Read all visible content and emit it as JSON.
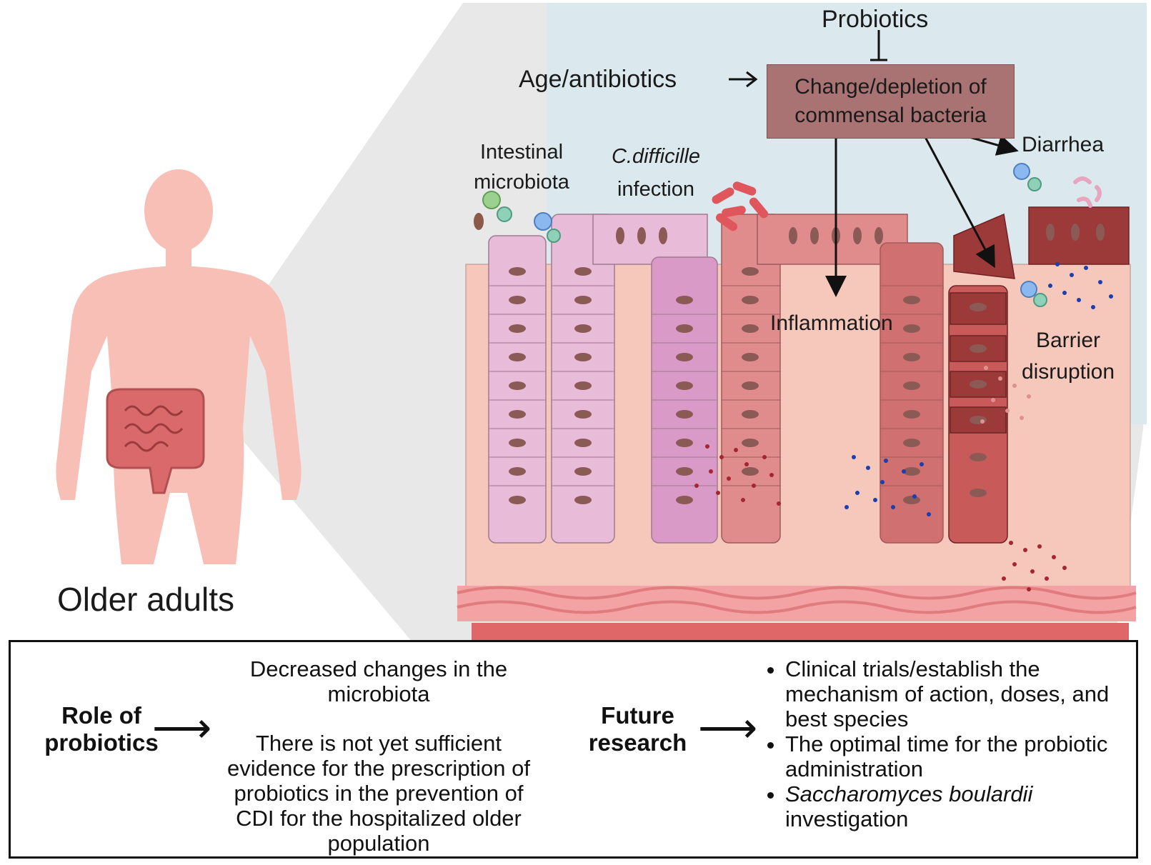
{
  "figure": {
    "older_adults_label": "Older adults",
    "probiotics_label": "Probiotics",
    "age_antibiotics_label": "Age/antibiotics",
    "change_box": {
      "line1": "Change/depletion  of",
      "line2": "commensal bacteria"
    },
    "intestinal_microbiota": {
      "line1": "Intestinal",
      "line2": "microbiota"
    },
    "cdifficile": {
      "line1": "C.difficille",
      "line2": "infection"
    },
    "diarrhea_label": "Diarrhea",
    "inflammation_label": "Inflammation",
    "barrier_disruption": {
      "line1": "Barrier",
      "line2": "disruption"
    }
  },
  "summary_panel": {
    "role_title": {
      "line1": "Role of",
      "line2": "probiotics"
    },
    "role_points": {
      "paragraph1": "Decreased changes in the microbiota",
      "paragraph2": "There is not yet sufficient evidence for the prescription of probiotics in the prevention of CDI for the hospitalized older population"
    },
    "future_title": {
      "line1": "Future",
      "line2": "research"
    },
    "future_points": {
      "item1": "Clinical trials/establish the mechanism of action, doses, and best species",
      "item2": "The optimal time for the probiotic administration",
      "item3_species": "Saccharomyces boulardii",
      "item3_rest": "investigation"
    },
    "arrow_glyph": "⟶"
  },
  "colors": {
    "healthy_cells": "#e8bcd8",
    "infected_cells": "#d98a94",
    "damaged_cells": "#9c3a3a",
    "lamina": "#f6c8bb",
    "lumen_blue": "#dbe9ee",
    "change_box": "#a97373",
    "body": "#f8bfb7"
  }
}
